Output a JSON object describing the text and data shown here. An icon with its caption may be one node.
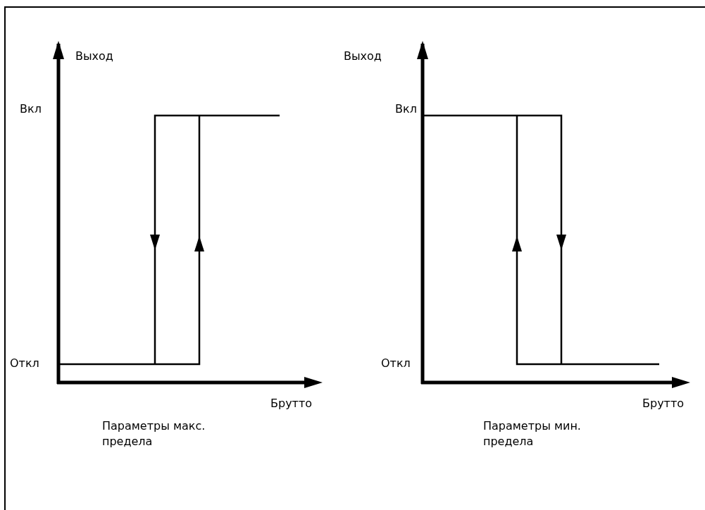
{
  "diagram": {
    "labels": [
      "Выход",
      "Выход",
      "Вкл",
      "Вкл",
      "Откл",
      "Откл",
      "Брутто",
      "Брутто",
      "Параметры макс. предела",
      "Параметры мин. предела"
    ]
  }
}
